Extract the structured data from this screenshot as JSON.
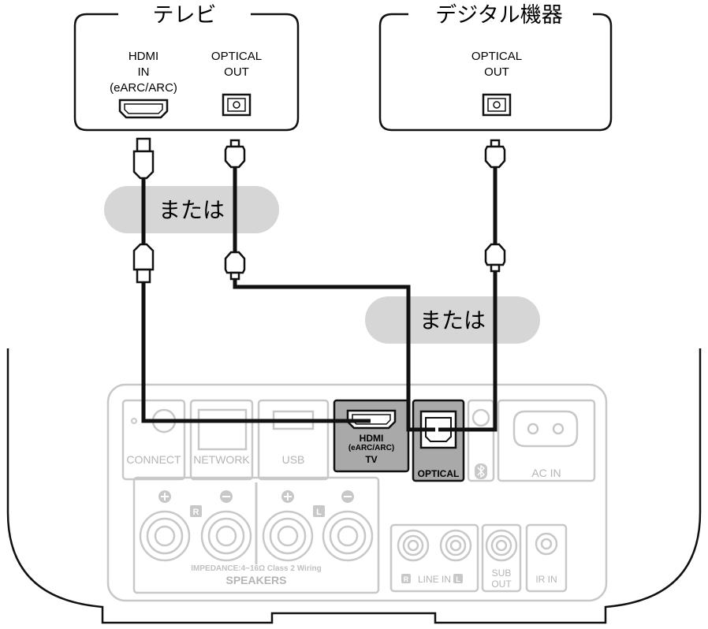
{
  "tv": {
    "title": "テレビ",
    "hdmi_label": [
      "HDMI",
      "IN",
      "(eARC/ARC)"
    ],
    "optical_label": [
      "OPTICAL",
      "OUT"
    ]
  },
  "digital_device": {
    "title": "デジタル機器",
    "optical_label": [
      "OPTICAL",
      "OUT"
    ]
  },
  "or_labels": [
    "または",
    "または"
  ],
  "receiver": {
    "ports": {
      "connect": "CONNECT",
      "network": "NETWORK",
      "usb": "USB",
      "hdmi": [
        "HDMI",
        "(eARC/ARC)",
        "TV"
      ],
      "optical": "OPTICAL",
      "ac_in": "AC IN"
    },
    "speaker_marks": [
      "R",
      "L"
    ],
    "impedance": "IMPEDANCE:4~16Ω Class 2 Wiring",
    "speakers": "SPEAKERS",
    "line_in": [
      "R",
      "LINE IN",
      "L"
    ],
    "sub_out": [
      "SUB",
      "OUT"
    ],
    "ir_in": "IR IN"
  },
  "colors": {
    "line": "#111111",
    "faded": "#c8c8c8",
    "faded_text": "#b4b4b4",
    "pill": "#d6d6d6",
    "highlight": "#a9a9a9"
  }
}
